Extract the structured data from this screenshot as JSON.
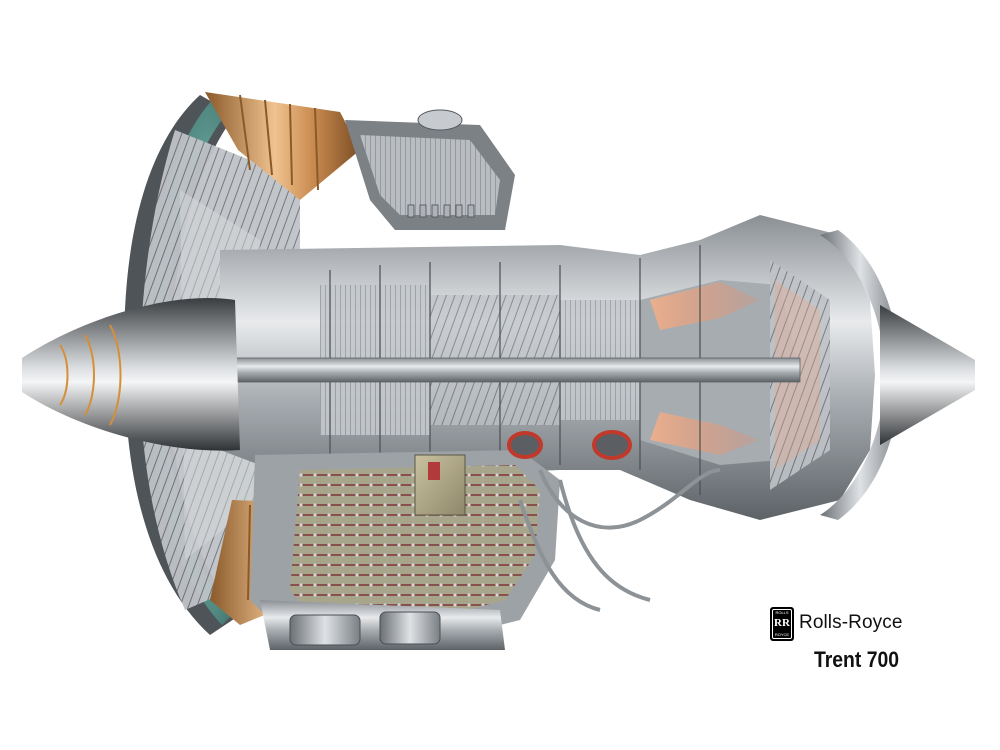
{
  "image": {
    "subject": "cutaway illustration",
    "palette": {
      "steel": "#b8bcc0",
      "steel_dark": "#55595e",
      "copper": "#d39a5c",
      "teal": "#3f7f78",
      "hot": "#e9865e",
      "background": "#ffffff"
    }
  },
  "branding": {
    "logo_text": "RR",
    "logo_small_top": "ROLLS",
    "logo_small_bottom": "ROYCE",
    "brand": "Rolls-Royce",
    "model": "Trent 700"
  }
}
